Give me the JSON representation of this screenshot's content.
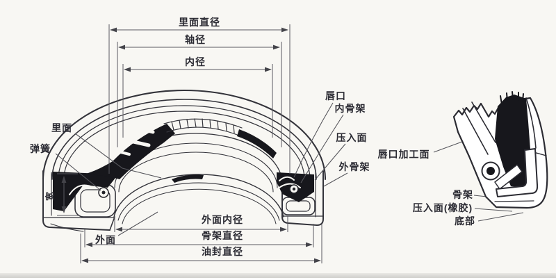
{
  "diagram_type": "oil-seal cross-section engineering diagram",
  "colors": {
    "paper": "#f8f7f3",
    "ink": "#33333a",
    "dim_line": "#5a5a60",
    "rubber_fill": "#17171c",
    "text": "#2b2b33"
  },
  "dims": {
    "inner_face_diameter": "里面直径",
    "shaft_diameter": "轴径",
    "inner_diameter": "内径",
    "outer_face_inner_diameter": "外面内径",
    "skeleton_diameter": "骨架直径",
    "oil_seal_diameter": "油封直径",
    "width": "宽"
  },
  "parts": {
    "inner_face": "里面",
    "spring": "弹簧",
    "outer_face": "外面",
    "lip": "唇口",
    "inner_skeleton": "内骨架",
    "press_fit_surface": "压入面",
    "outer_skeleton": "外骨架"
  },
  "detail": {
    "lip_machined_surface": "唇口加工面",
    "skeleton": "骨架",
    "press_fit_surface_rubber": "压入面(橡胶)",
    "bottom": "底部"
  }
}
